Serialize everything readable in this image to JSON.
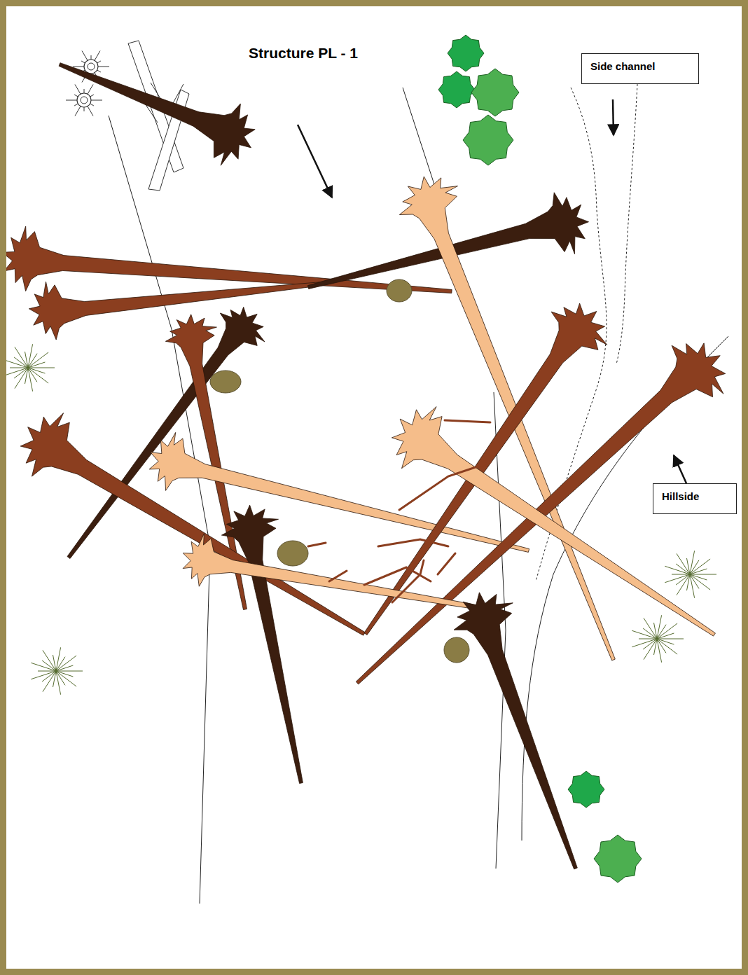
{
  "diagram": {
    "title": "Structure PL - 1",
    "nodes": [
      {
        "text": [
          "Side channel"
        ]
      },
      {
        "text": [
          "Hillside"
        ]
      }
    ]
  }
}
